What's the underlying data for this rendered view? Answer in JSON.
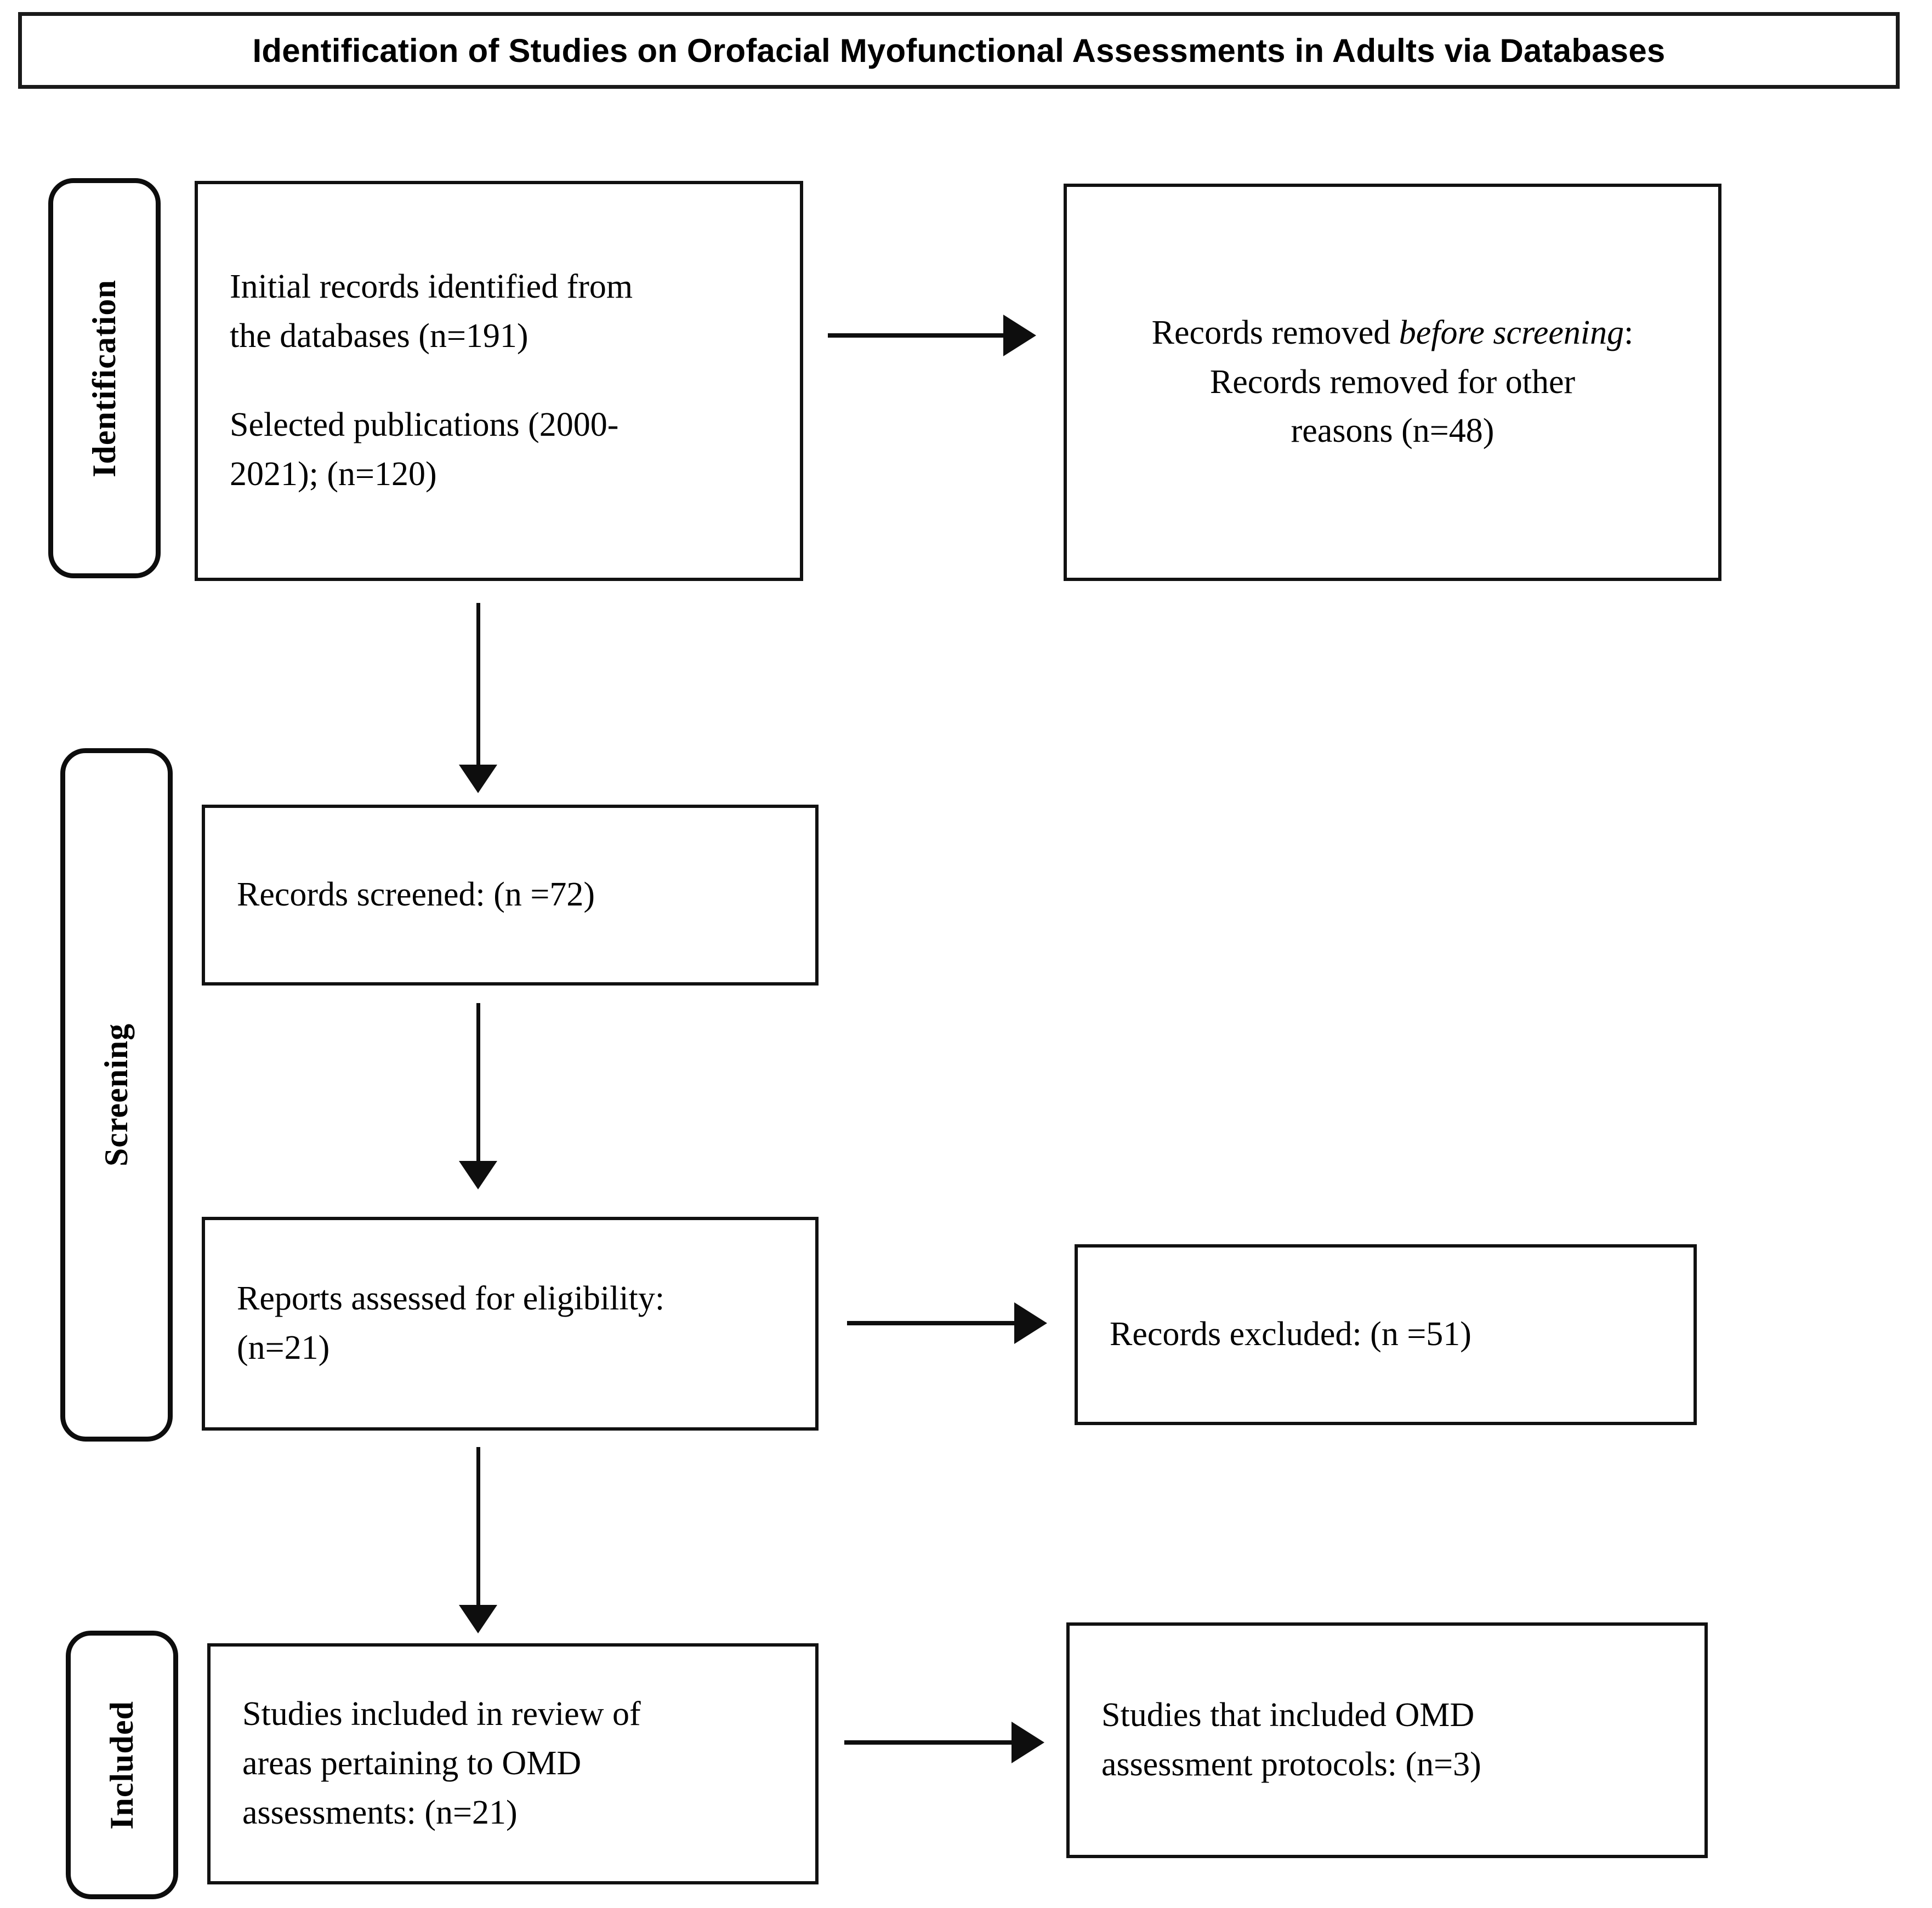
{
  "title": {
    "text": "Identification of Studies on Orofacial Myofunctional Assessments in Adults via Databases"
  },
  "phases": [
    {
      "id": "identification",
      "label": "Identification"
    },
    {
      "id": "screening",
      "label": "Screening"
    },
    {
      "id": "included",
      "label": "Included"
    }
  ],
  "nodes": {
    "identified": {
      "line1": "Initial records identified from",
      "line2": "the databases (n=191)",
      "line3": "Selected publications (2000-",
      "line4": "2021); (n=120)"
    },
    "removed_before_screening": {
      "lead": "Records removed ",
      "emphasis": "before screening",
      "tail": ":",
      "line2": "Records removed for other",
      "line3": "reasons (n=48)"
    },
    "records_screened": {
      "line1": "Records screened: (n =72)"
    },
    "reports_assessed": {
      "line1": "Reports assessed for eligibility:",
      "line2": "(n=21)"
    },
    "records_excluded": {
      "line1": "Records excluded: (n =51)"
    },
    "studies_included": {
      "line1": "Studies included in review of",
      "line2": "areas pertaining to OMD",
      "line3": "assessments: (n=21)"
    },
    "studies_protocols": {
      "line1": "Studies that included OMD",
      "line2": "assessment protocols: (n=3)"
    }
  },
  "connectors": [
    {
      "id": "identified-to-removed",
      "type": "arrow-right"
    },
    {
      "id": "identified-to-screened",
      "type": "arrow-down"
    },
    {
      "id": "screened-to-assessed",
      "type": "arrow-down"
    },
    {
      "id": "assessed-to-excluded",
      "type": "arrow-right"
    },
    {
      "id": "assessed-to-included",
      "type": "arrow-down"
    },
    {
      "id": "included-to-protocols",
      "type": "arrow-right"
    }
  ],
  "colors": {
    "ink": "#000000",
    "border": "#111111",
    "background": "#ffffff"
  }
}
